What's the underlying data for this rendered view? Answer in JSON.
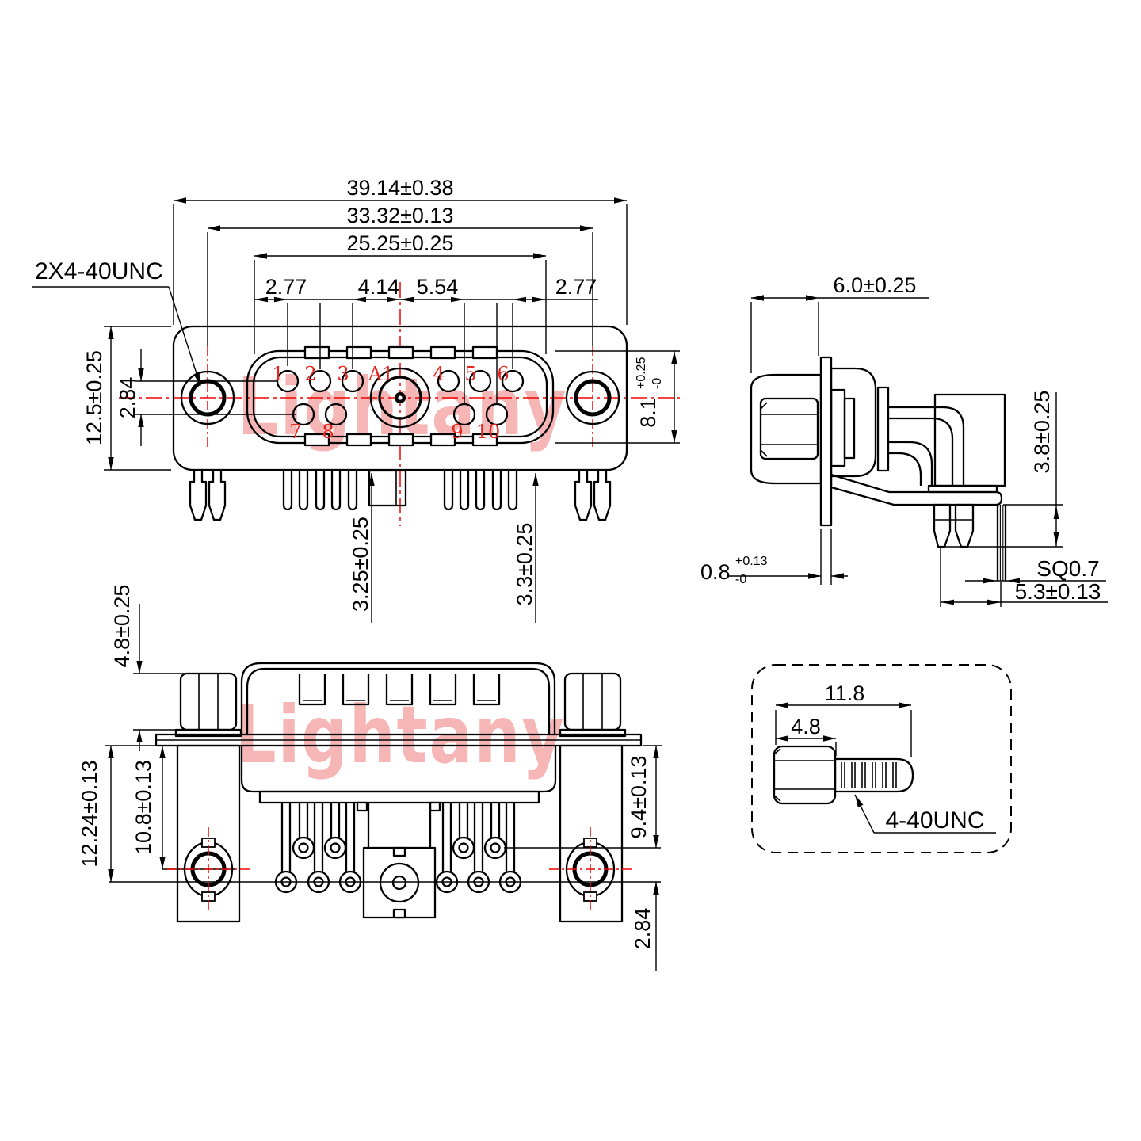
{
  "watermark": {
    "text": "Lightany"
  },
  "front": {
    "callout_thread": "2X4-40UNC",
    "dim_overall_width": "39.14±0.38",
    "dim_mount_span": "33.32±0.13",
    "dim_contact_span": "25.25±0.25",
    "dim_pitch_edge_left": "2.77",
    "dim_pitch_a1_left": "4.14",
    "dim_pitch_a1_right": "5.54",
    "dim_pitch_edge_right": "2.77",
    "dim_flange_height": "12.5±0.25",
    "dim_row_spacing": "2.84",
    "dim_shell_height": "8.1",
    "dim_shell_tol_plus": "+0.25",
    "dim_shell_tol_minus": "-0",
    "dim_tail_center": "3.25±0.25",
    "dim_tail_right": "3.3±0.25",
    "pins": {
      "p1": "1",
      "p2": "2",
      "p3": "3",
      "a1": "A1",
      "p4": "4",
      "p5": "5",
      "p6": "6",
      "p7": "7",
      "p8": "8",
      "p9": "9",
      "p10": "10"
    }
  },
  "side": {
    "dim_depth": "6.0±0.25",
    "dim_flange_thickness": "0.8",
    "dim_flange_tol_plus": "+0.13",
    "dim_flange_tol_minus": "-0",
    "dim_standoff_height": "3.8±0.25",
    "dim_pin_square": "SQ0.7",
    "dim_pin_offset": "5.3±0.13"
  },
  "back": {
    "dim_hex_height": "4.8±0.25",
    "dim_locator_depth": "12.24±0.13",
    "dim_mount_depth": "10.8±0.13",
    "dim_pin_depth": "9.4±0.13",
    "dim_row_spacing": "2.84"
  },
  "screw": {
    "dim_length": "11.8",
    "dim_head_length": "4.8",
    "thread_label": "4-40UNC"
  }
}
